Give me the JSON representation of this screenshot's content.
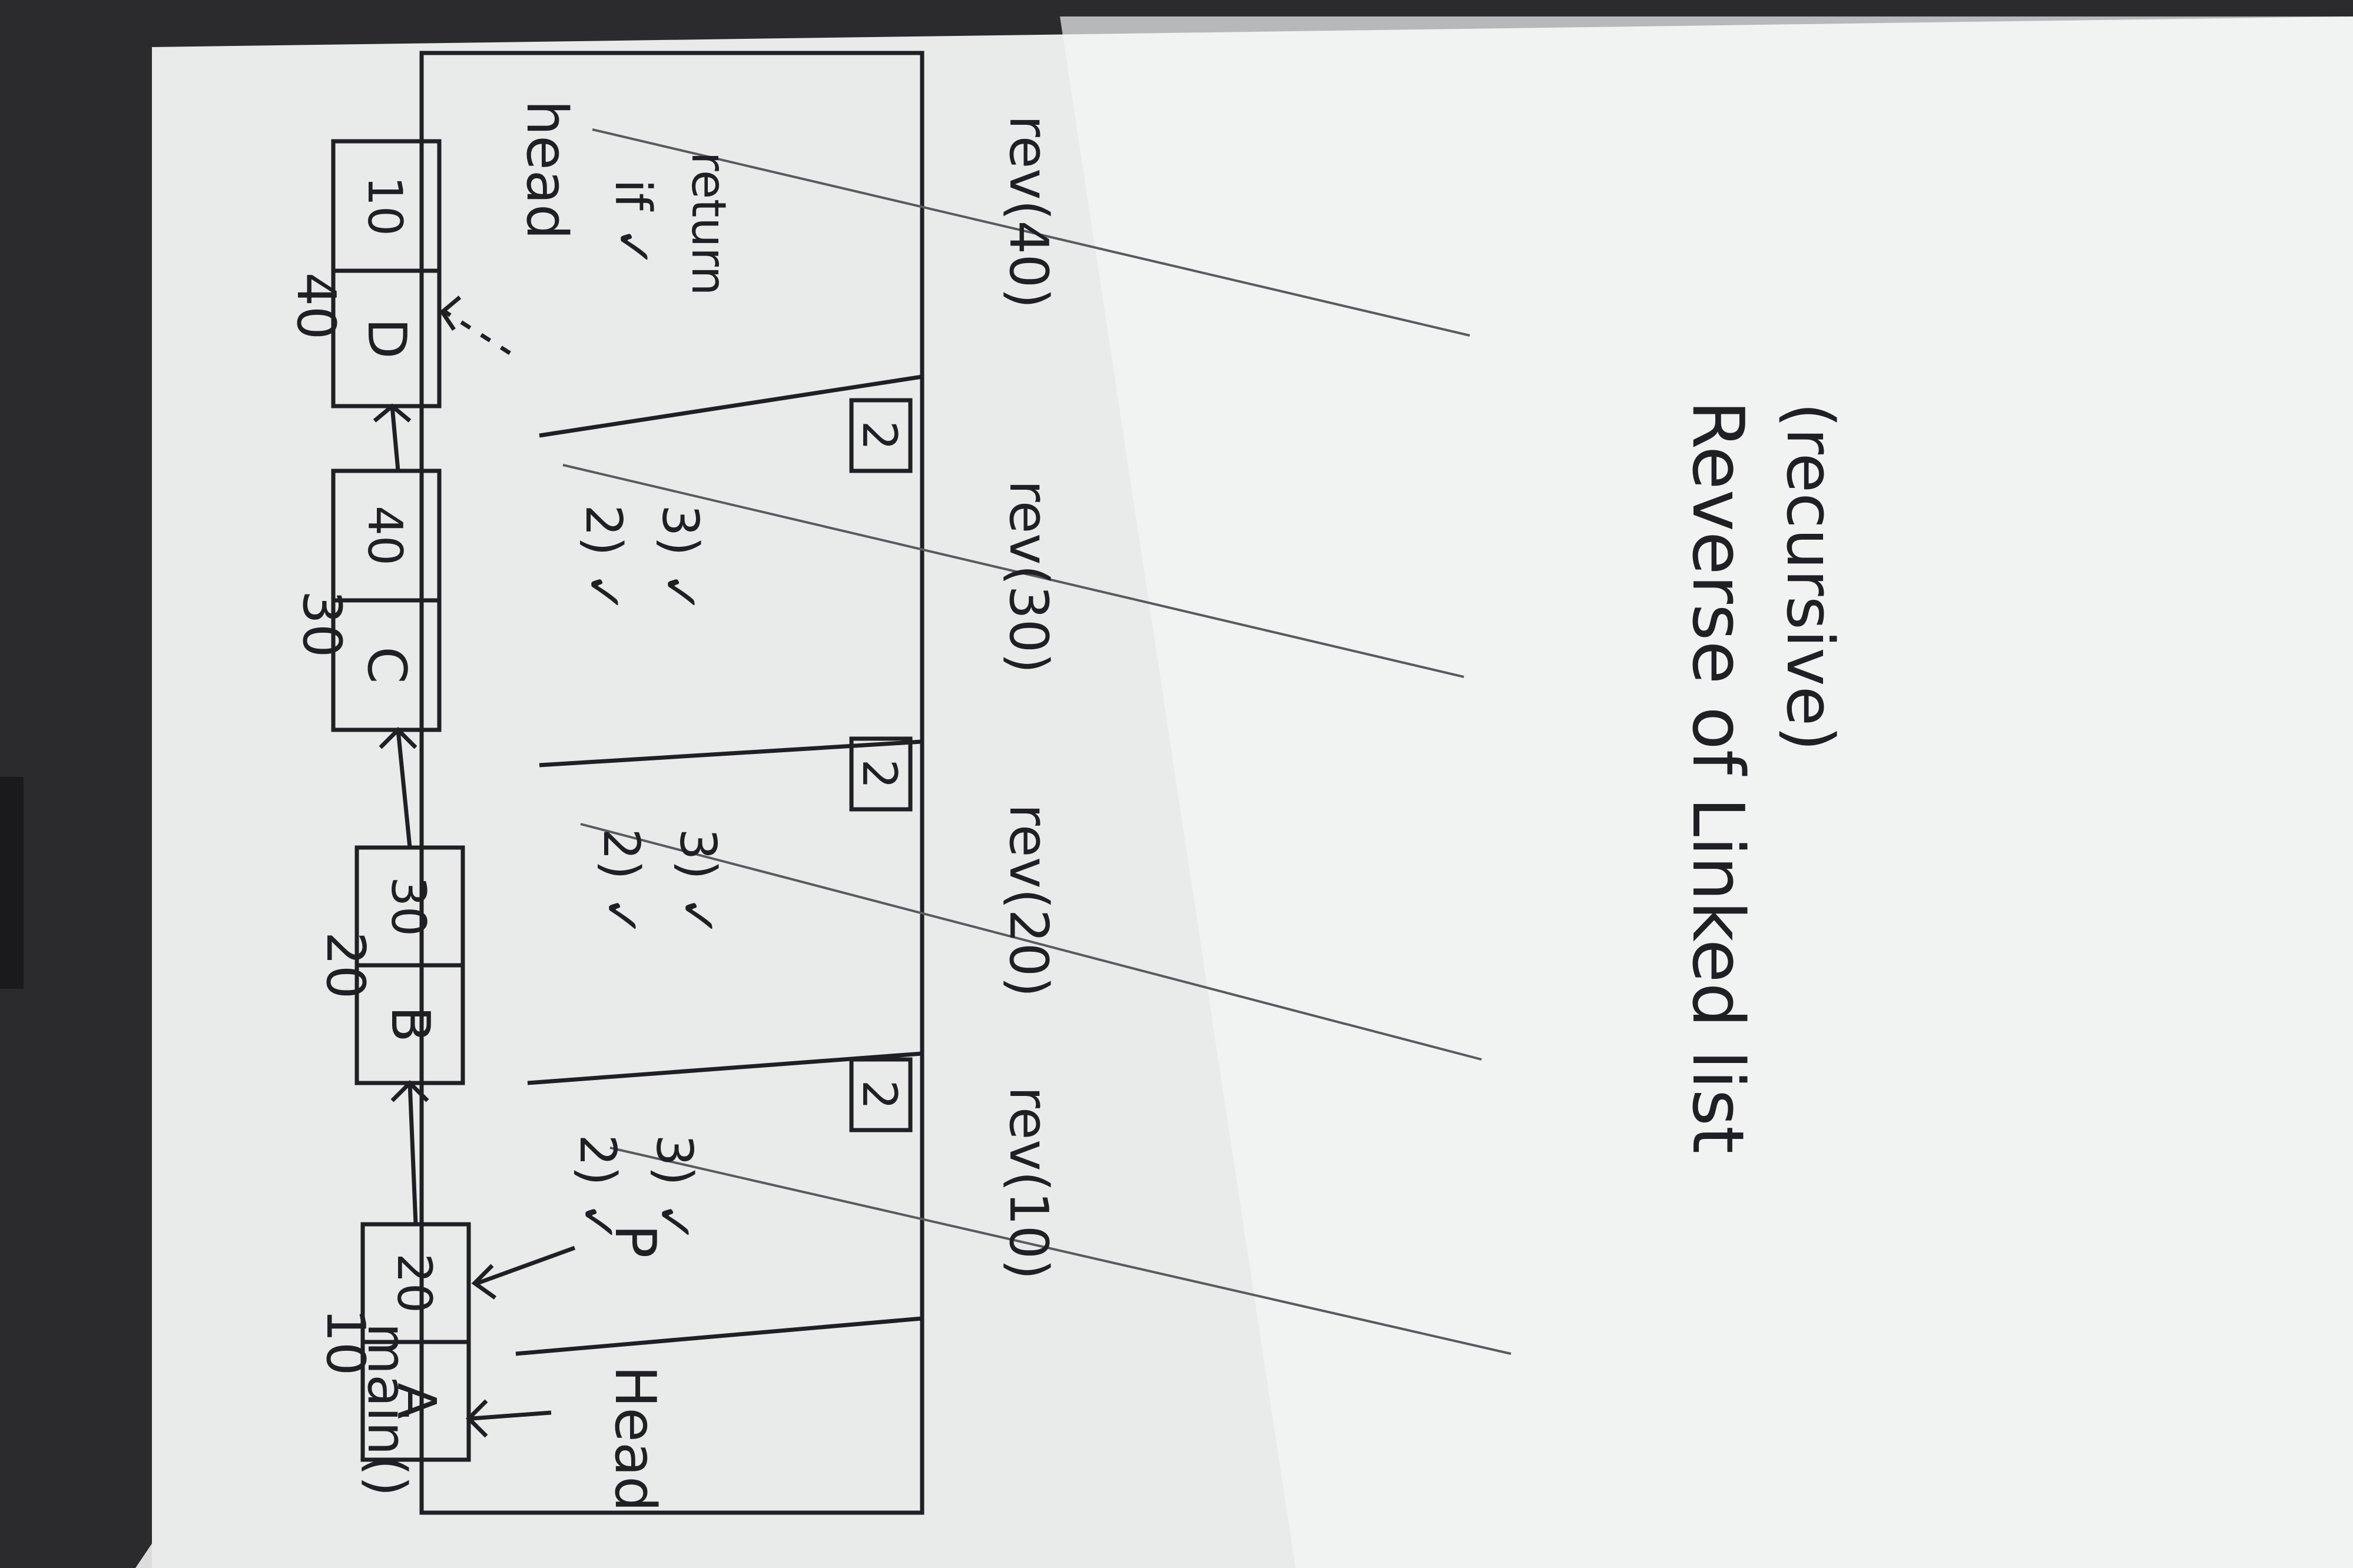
{
  "image": {
    "subject": "hand-drawn",
    "colors": {
      "background_dark": "#2a2a2c",
      "paper": "#e6e7e8",
      "paper_light": "#f3f4f4",
      "ink": "#1f1f24",
      "pencil": "#5a5a5e"
    }
  },
  "linked_list": {
    "nodes": [
      {
        "address": "10",
        "data": "A",
        "next": "20"
      },
      {
        "address": "20",
        "data": "B",
        "next": "30"
      },
      {
        "address": "30",
        "data": "C",
        "next": "40"
      },
      {
        "address": "40",
        "data": "D",
        "next": "10"
      }
    ],
    "head_label": "Head",
    "p_label": "P",
    "new_head_label": "head"
  },
  "stack": {
    "frames": [
      {
        "label": "main()",
        "lines": []
      },
      {
        "label": "rev(10)",
        "lines": [
          "2) ✓",
          "3) ✓"
        ],
        "badge": "2"
      },
      {
        "label": "rev(20)",
        "lines": [
          "2) ✓",
          "3) ✓"
        ],
        "badge": "2"
      },
      {
        "label": "rev(30)",
        "lines": [
          "2) ✓",
          "3) ✓"
        ],
        "badge": "2"
      },
      {
        "label": "rev(40)",
        "lines": [
          "if ✓",
          "return"
        ]
      }
    ]
  },
  "caption": {
    "line1": "Reverse of Linked list",
    "line2": "(recursive)"
  }
}
